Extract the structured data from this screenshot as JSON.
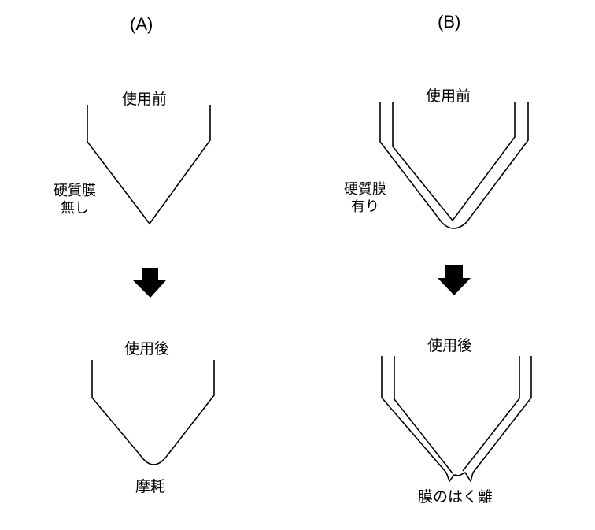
{
  "panels": {
    "a": {
      "label": "(A)",
      "before_label": "使用前",
      "coating_line1": "硬質膜",
      "coating_line2": "無し",
      "after_label": "使用後",
      "result_label": "摩耗"
    },
    "b": {
      "label": "(B)",
      "before_label": "使用前",
      "coating_line1": "硬質膜",
      "coating_line2": "有り",
      "after_label": "使用後",
      "result_label": "膜のはく離"
    }
  },
  "colors": {
    "line": "#000000",
    "background": "#ffffff"
  },
  "icons": {
    "transition": "arrow-down-icon"
  }
}
